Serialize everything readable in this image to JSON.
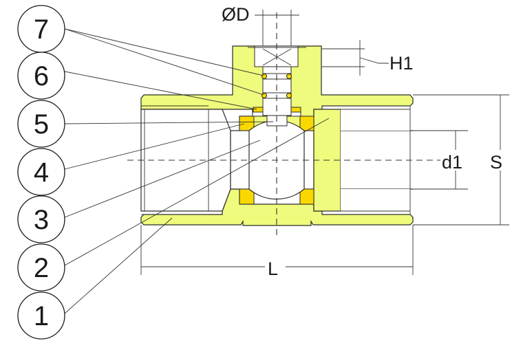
{
  "colors": {
    "body": "#EEFB7C",
    "seat": "#F9D800",
    "line": "#2a2a2a"
  },
  "part_numbers": [
    "7",
    "6",
    "5",
    "4",
    "3",
    "2",
    "1"
  ],
  "dimensions": {
    "stem_diameter": "ØD",
    "stem_height": "H1",
    "bore": "d1",
    "size": "S",
    "length": "L"
  }
}
